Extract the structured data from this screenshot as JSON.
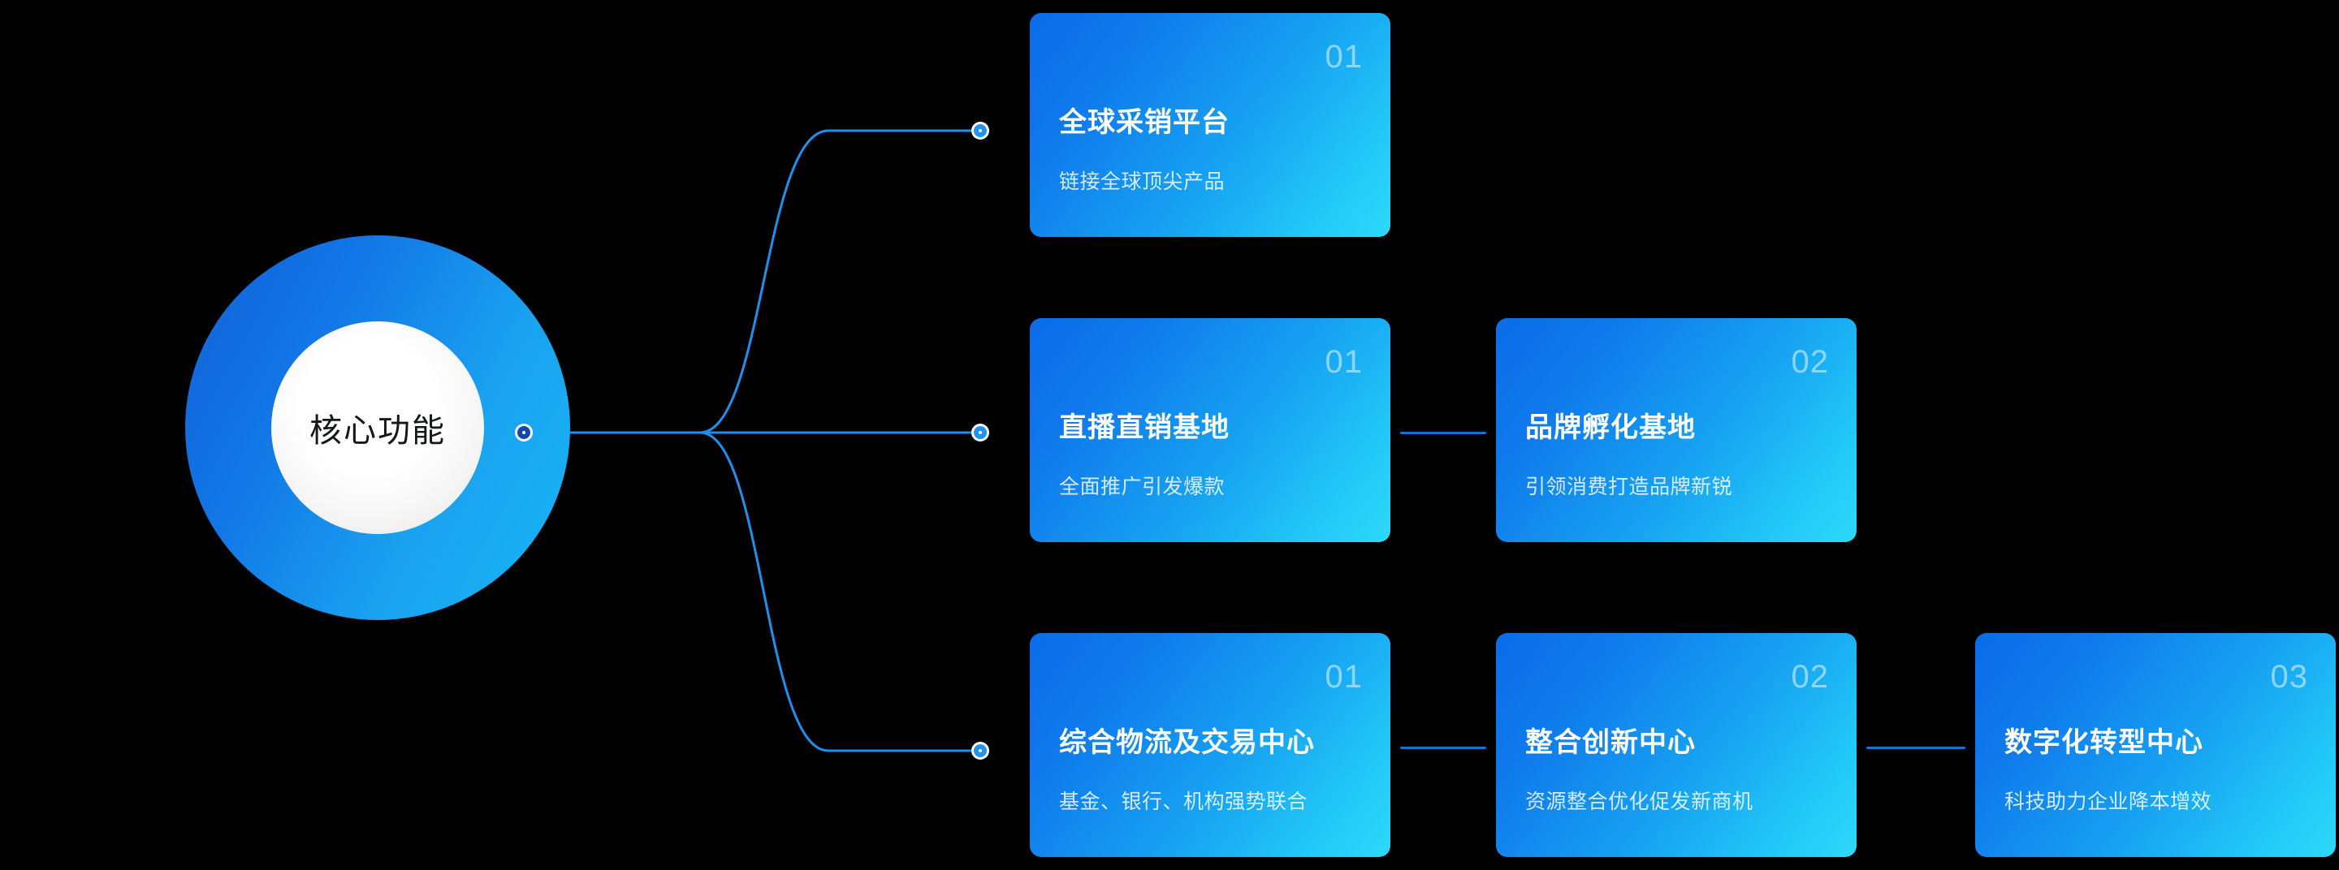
{
  "hub": {
    "label": "核心功能",
    "dot_name": "hub-connector-dot"
  },
  "colors": {
    "background": "#000000",
    "hub_gradient_start": "#1161D8",
    "hub_gradient_end": "#17B6F5",
    "card_gradient_start": "#0C6CE8",
    "card_gradient_end": "#2CD8F9",
    "wire": "#1E90EE",
    "link_segment": "#1472D8",
    "node_dot_ring": "#FFFFFF",
    "node_dot_fill": "#1F93F2",
    "hub_dot_fill": "#1547A8",
    "card_number": "rgba(255,255,255,0.50)",
    "card_title": "#FFFFFF",
    "card_subtitle": "rgba(255,255,255,0.82)"
  },
  "branches": [
    {
      "id": "branch-1",
      "cards": [
        {
          "number": "01",
          "title": "全球采销平台",
          "subtitle": "链接全球顶尖产品"
        }
      ]
    },
    {
      "id": "branch-2",
      "cards": [
        {
          "number": "01",
          "title": "直播直销基地",
          "subtitle": "全面推广引发爆款"
        },
        {
          "number": "02",
          "title": "品牌孵化基地",
          "subtitle": "引领消费打造品牌新锐"
        }
      ]
    },
    {
      "id": "branch-3",
      "cards": [
        {
          "number": "01",
          "title": "综合物流及交易中心",
          "subtitle": "基金、银行、机构强势联合"
        },
        {
          "number": "02",
          "title": "整合创新中心",
          "subtitle": "资源整合优化促发新商机"
        },
        {
          "number": "03",
          "title": "数字化转型中心",
          "subtitle": "科技助力企业降本增效"
        }
      ]
    }
  ]
}
